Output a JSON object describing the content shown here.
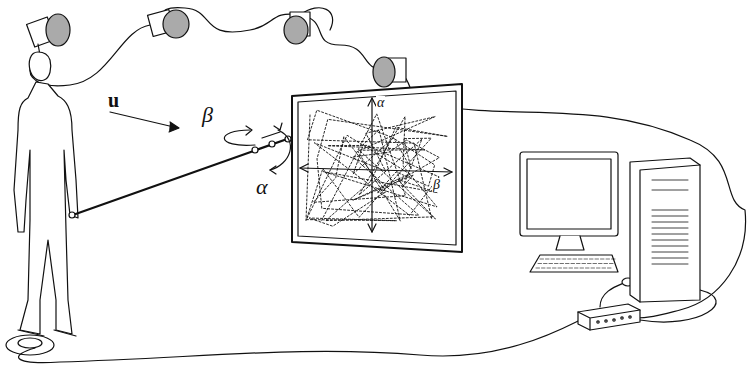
{
  "diagram": {
    "labels": [
      "u",
      "β",
      "α",
      "α",
      "β"
    ]
  }
}
